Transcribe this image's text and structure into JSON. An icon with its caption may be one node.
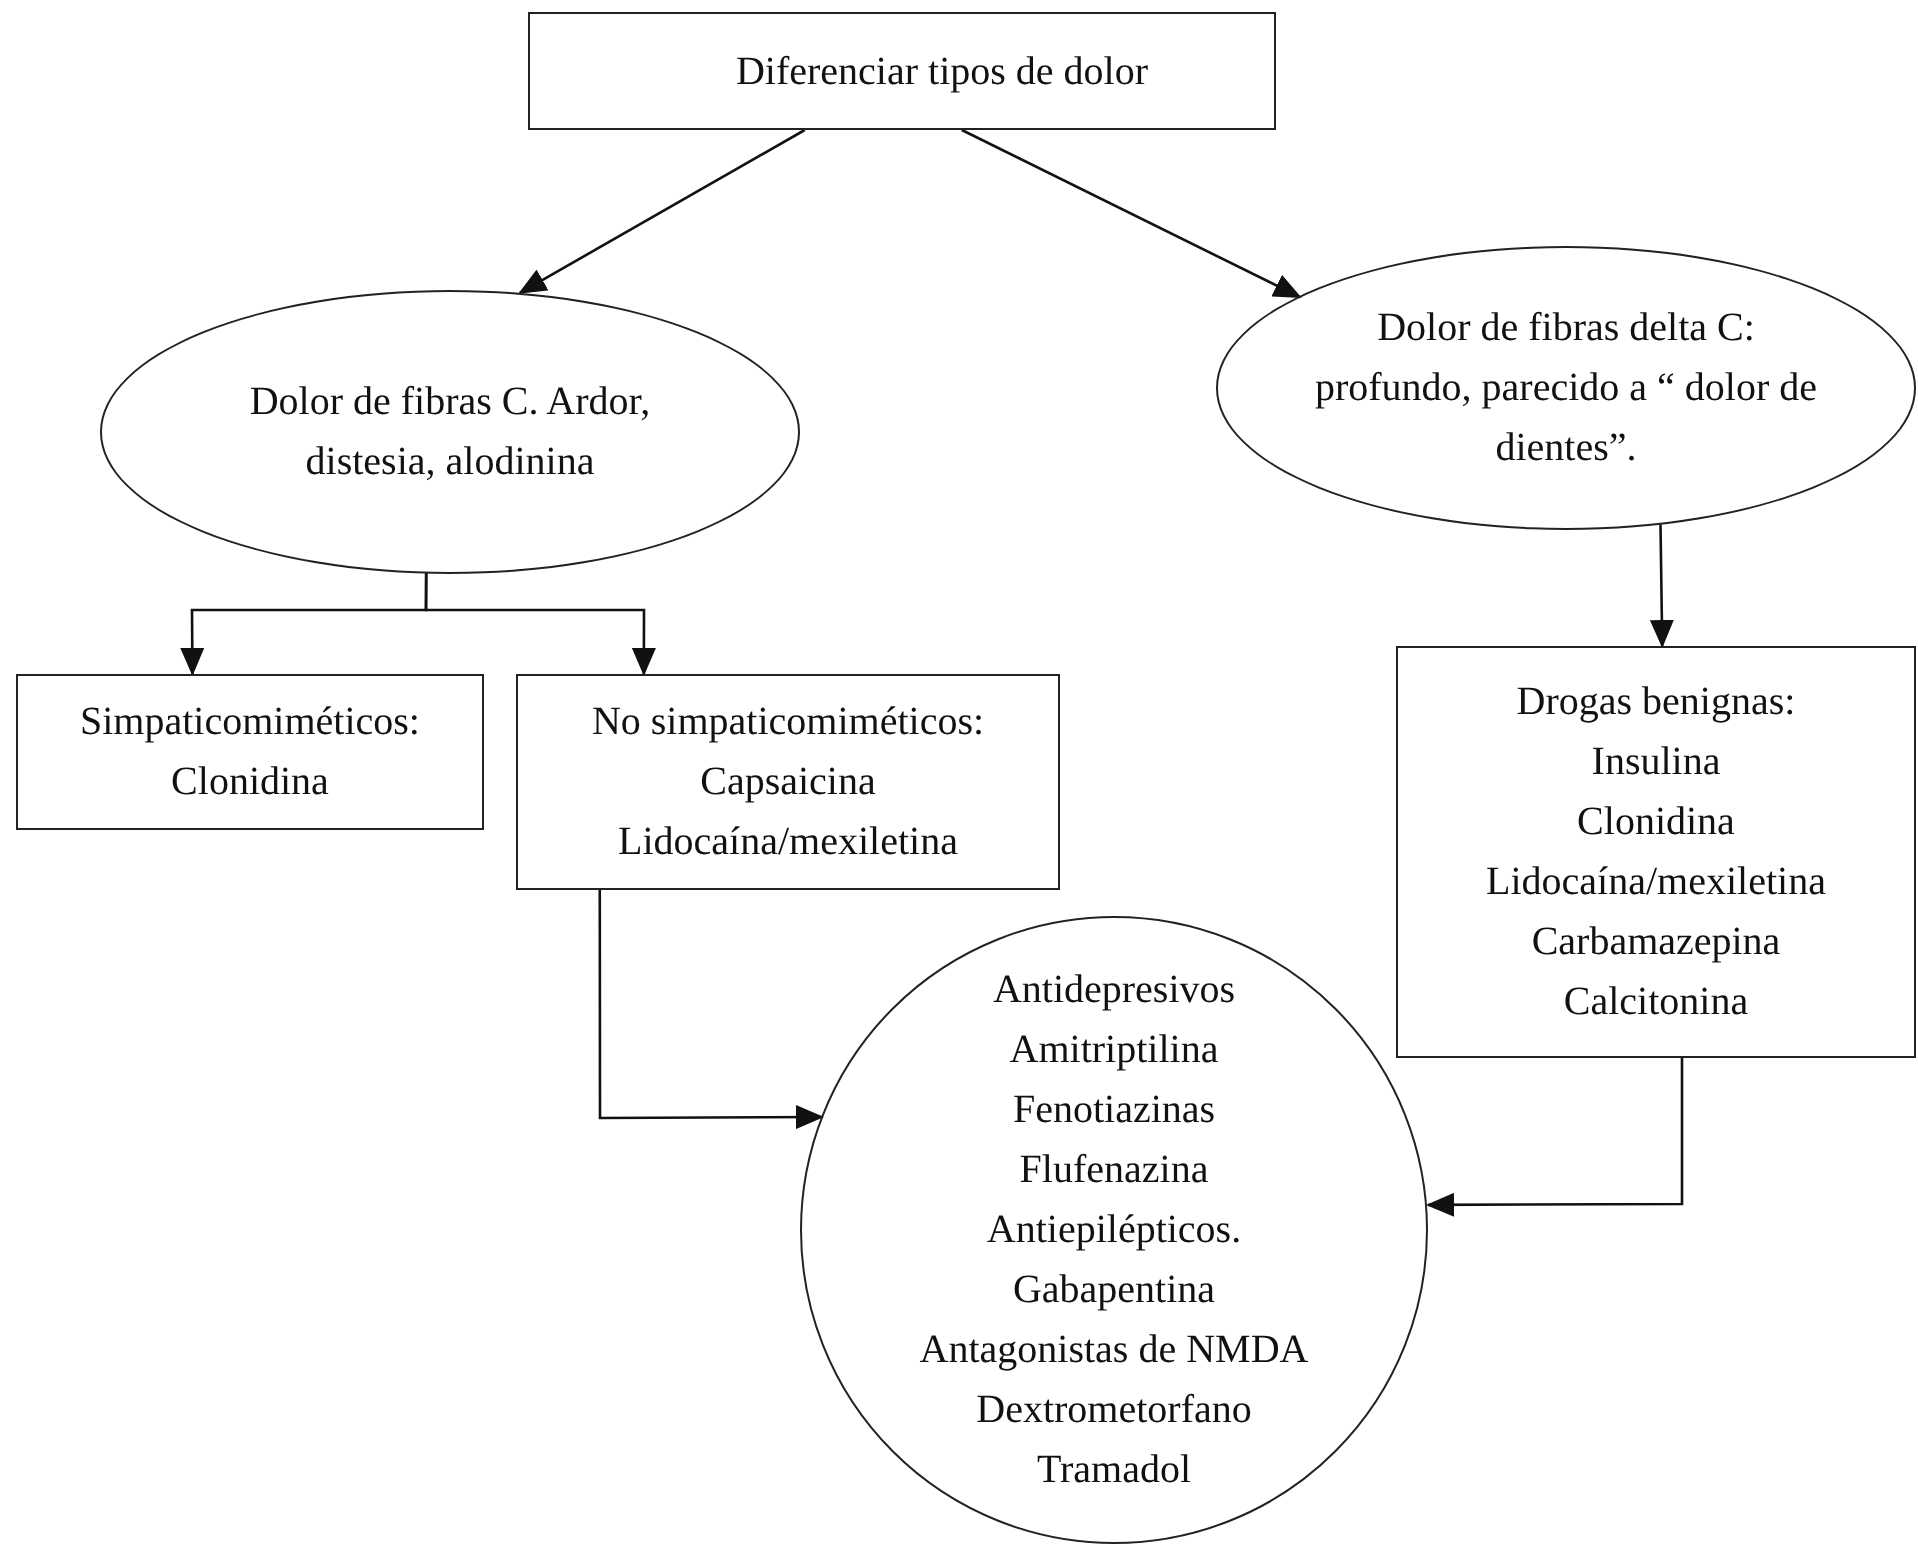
{
  "diagram": {
    "nodes": [
      {
        "text": [
          "Diferenciar tipos de dolor"
        ]
      },
      {
        "text": [
          "Dolor de fibras C. Ardor, distesia, alodinina"
        ]
      },
      {
        "text": [
          "Dolor de fibras delta C: profundo, parecido a “ dolor de dientes”."
        ]
      },
      {
        "text": [
          "Simpaticomiméticos:",
          "Clonidina"
        ]
      },
      {
        "text": [
          "No simpaticomiméticos:",
          "Capsaicina",
          "Lidocaína/mexiletina"
        ]
      },
      {
        "text": [
          "Antidepresivos",
          "Amitriptilina",
          "Fenotiazinas",
          "Flufenazina",
          "Antiepilépticos.",
          "Gabapentina",
          "Antagonistas de NMDA",
          "Dextrometorfano",
          "Tramadol"
        ]
      },
      {
        "text": [
          "Drogas benignas:",
          "Insulina",
          "Clonidina",
          "Lidocaína/mexiletina",
          "Carbamazepina",
          "Calcitonina"
        ]
      }
    ],
    "edges": [
      {
        "from": 0,
        "to": 1,
        "arrow": "to"
      },
      {
        "from": 0,
        "to": 2,
        "arrow": "to"
      },
      {
        "from": 1,
        "to": 3,
        "arrow": "to"
      },
      {
        "from": 1,
        "to": 4,
        "arrow": "to"
      },
      {
        "from": 2,
        "to": 6,
        "arrow": "to"
      },
      {
        "from": 4,
        "to": 5,
        "arrow": "to"
      },
      {
        "from": 6,
        "to": 5,
        "arrow": "to"
      }
    ]
  }
}
